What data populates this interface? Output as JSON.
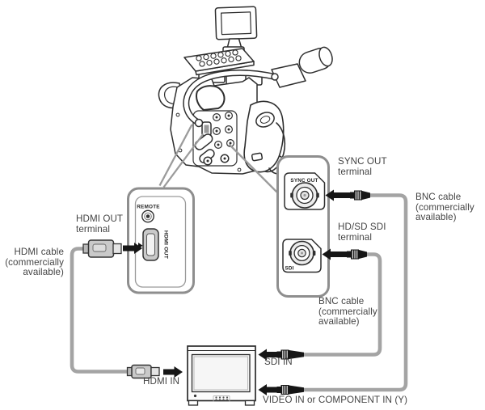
{
  "labels": {
    "hdmi_out_terminal": "HDMI OUT\nterminal",
    "hdmi_cable": "HDMI cable\n(commercially\navailable)",
    "sync_out_terminal": "SYNC OUT\nterminal",
    "bnc_cable_right": "BNC cable\n(commercially\navailable)",
    "hd_sd_sdi_terminal": "HD/SD SDI\nterminal",
    "bnc_cable_bottom": "BNC cable\n(commercially\navailable)",
    "sdi_in": "SDI IN",
    "hdmi_in": "HDMI IN",
    "video_in": "VIDEO IN or COMPONENT IN (Y)"
  },
  "panel_left": {
    "remote_label": "REMOTE",
    "hdmi_out_label": "HDMI OUT"
  },
  "panel_right": {
    "sync_out_label": "SYNC OUT",
    "sdi_label": "SDI"
  },
  "colors": {
    "line_art": "#2e2e2e",
    "panel_border": "#8e8e8e",
    "callout_line": "#9b9b9b",
    "cable": "#a4a4a4",
    "arrow": "#161616",
    "label_text": "#444444"
  }
}
